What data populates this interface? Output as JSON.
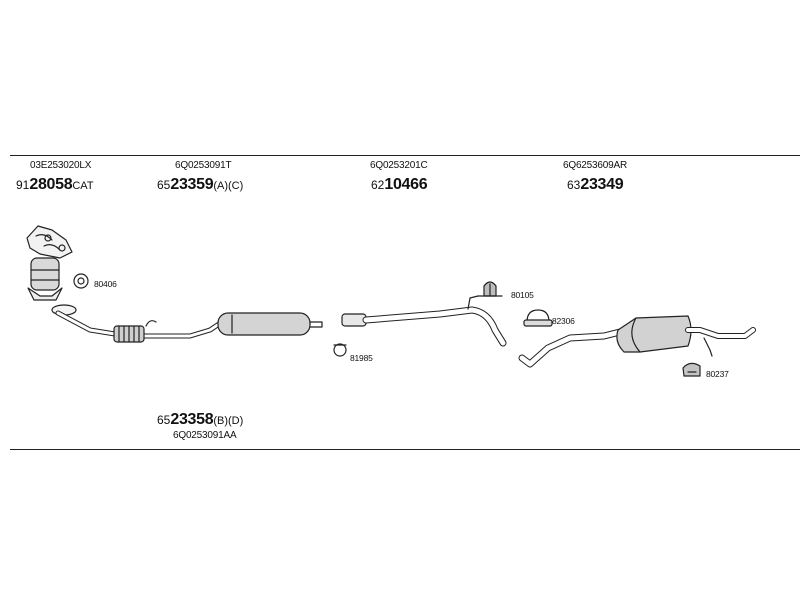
{
  "top_row": [
    {
      "oe": "03E253020LX",
      "ref_prefix": "91",
      "ref_main": "28058",
      "ref_suffix": "CAT"
    },
    {
      "oe": "6Q0253091T",
      "ref_prefix": "65",
      "ref_main": "23359",
      "ref_suffix": "(A)(C)"
    },
    {
      "oe": "6Q0253201C",
      "ref_prefix": "62",
      "ref_main": "10466",
      "ref_suffix": ""
    },
    {
      "oe": "6Q6253609AR",
      "ref_prefix": "63",
      "ref_main": "23349",
      "ref_suffix": ""
    }
  ],
  "bottom_ref": {
    "ref_prefix": "65",
    "ref_main": "23358",
    "ref_suffix": "(B)(D)",
    "oe": "6Q0253091AA"
  },
  "parts": {
    "gasket": "80406",
    "clamp_mid": "81985",
    "hanger_rear": "80105",
    "clamp_rear": "82306",
    "hanger_tail": "80237"
  }
}
